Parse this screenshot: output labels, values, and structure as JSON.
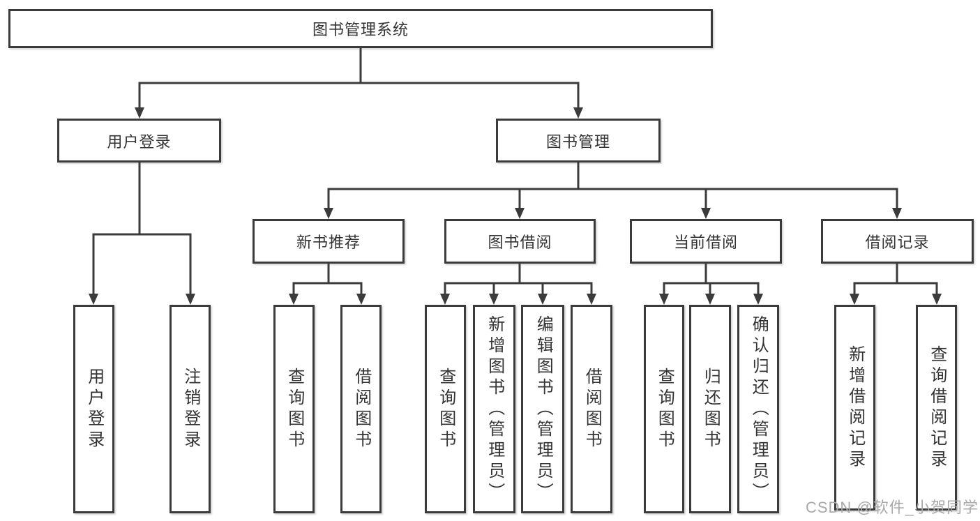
{
  "diagram": {
    "type": "hierarchy",
    "root": "图书管理系统",
    "branches": [
      {
        "label": "用户登录",
        "children": [
          {
            "label": "用户登录"
          },
          {
            "label": "注销登录"
          }
        ]
      },
      {
        "label": "图书管理",
        "children": [
          {
            "label": "新书推荐",
            "children": [
              {
                "label": "查询图书"
              },
              {
                "label": "借阅图书"
              }
            ]
          },
          {
            "label": "图书借阅",
            "children": [
              {
                "label": "查询图书"
              },
              {
                "label": "新增图书（管理员）"
              },
              {
                "label": "编辑图书（管理员）"
              },
              {
                "label": "借阅图书"
              }
            ]
          },
          {
            "label": "当前借阅",
            "children": [
              {
                "label": "查询图书"
              },
              {
                "label": "归还图书"
              },
              {
                "label": "确认归还（管理员）"
              }
            ]
          },
          {
            "label": "借阅记录",
            "children": [
              {
                "label": "新增借阅记录"
              },
              {
                "label": "查询借阅记录"
              }
            ]
          }
        ]
      }
    ]
  },
  "colors": {
    "line": "#3b3b3b",
    "text": "#333333",
    "watermark": "#a9a9a9",
    "background": "#ffffff"
  },
  "watermark": "CSDN @软件_小贺同学"
}
